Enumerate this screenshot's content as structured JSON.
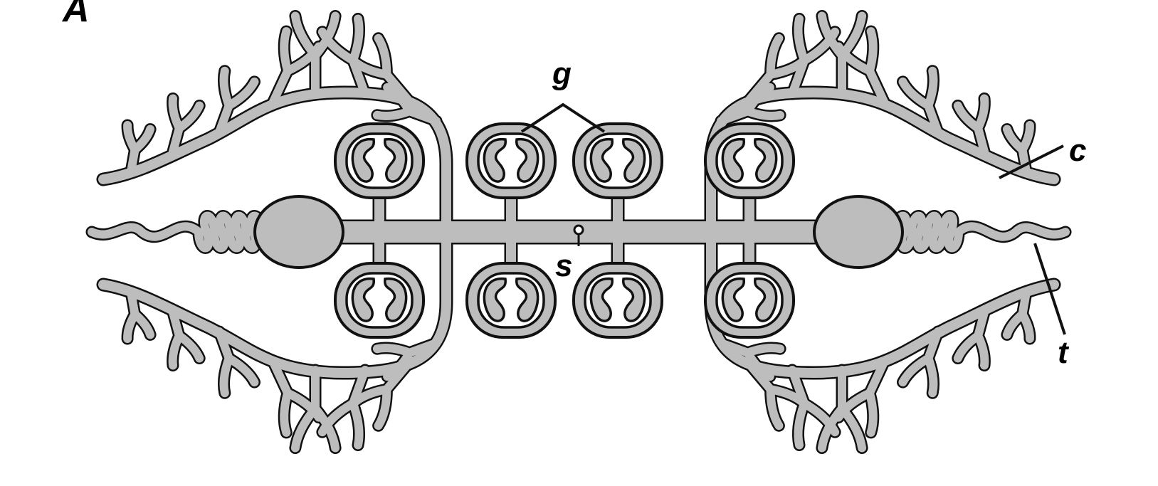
{
  "panel_label": "A",
  "labels": {
    "g": "g",
    "s": "s",
    "c": "c",
    "t": "t"
  },
  "colors": {
    "fill": "#bdbdbd",
    "stroke": "#111111",
    "background": "#ffffff"
  }
}
